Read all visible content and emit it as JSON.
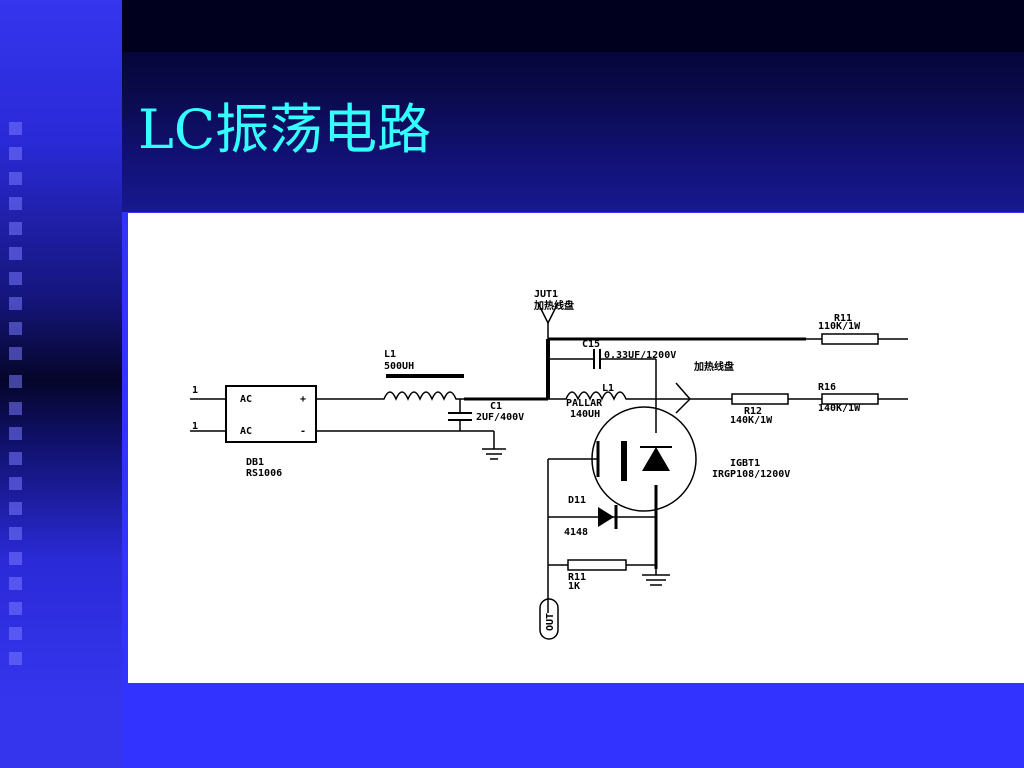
{
  "slide": {
    "title": "LC振荡电路",
    "colors": {
      "background": "#3333ff",
      "title": "#33ffff",
      "panel": "#ffffff"
    }
  },
  "diagram": {
    "labels": {
      "input_1": "1",
      "input_2": "1",
      "bridge_ac1": "AC",
      "bridge_ac2": "AC",
      "bridge_plus": "+",
      "bridge_minus": "-",
      "bridge_ref": "DB1",
      "bridge_part": "RS1006",
      "l1_ref": "L1",
      "l1_value": "500UH",
      "c1_ref": "C1",
      "c1_value": "2UF/400V",
      "jut1_ref": "JUT1",
      "jut1_desc": "加热线盘",
      "c15_ref": "C15",
      "c15_value": "0.33UF/1200V",
      "coil_desc": "加热线盘",
      "l2_ref": "L1",
      "l2_sub": "PALLAR",
      "l2_value": "140UH",
      "r11_ref": "R11",
      "r11_value": "110K/1W",
      "r16_ref": "R16",
      "r16_value": "140K/1W",
      "r12_ref": "R12",
      "r12_value": "140K/1W",
      "igbt_ref": "IGBT1",
      "igbt_part": "IRGP108/1200V",
      "d11_ref": "D11",
      "d11_value": "4148",
      "r10_ref": "R11",
      "r10_value": "1K",
      "out_label": "OUT"
    }
  }
}
